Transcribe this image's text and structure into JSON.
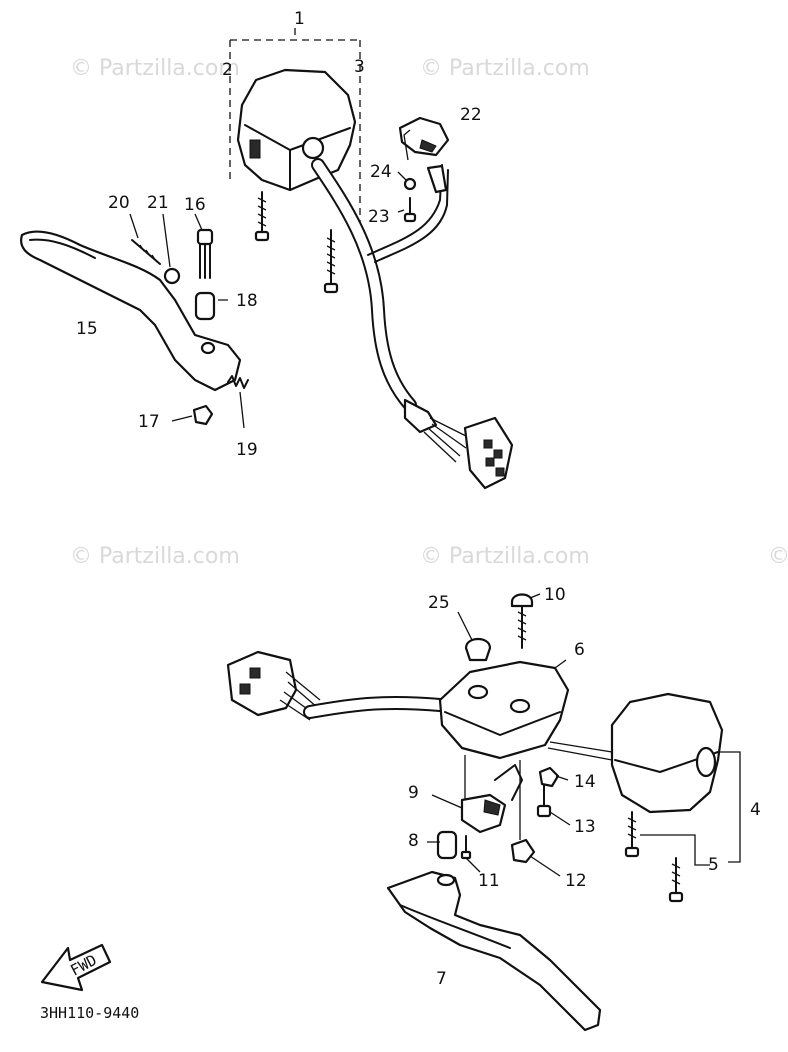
{
  "watermarks": [
    "© Partzilla.com",
    "© Partzilla.com",
    "© Partzilla.com",
    "© Partzilla.com",
    "©"
  ],
  "callouts": {
    "c1": "1",
    "c2": "2",
    "c3": "3",
    "c4": "4",
    "c5": "5",
    "c6": "6",
    "c7": "7",
    "c8": "8",
    "c9": "9",
    "c10": "10",
    "c11": "11",
    "c12": "12",
    "c13": "13",
    "c14": "14",
    "c15": "15",
    "c16": "16",
    "c17": "17",
    "c18": "18",
    "c19": "19",
    "c20": "20",
    "c21": "21",
    "c22": "22",
    "c23": "23",
    "c24": "24",
    "c25": "25"
  },
  "fwd_label": "FWD",
  "drawing_code": "3HH110-9440"
}
